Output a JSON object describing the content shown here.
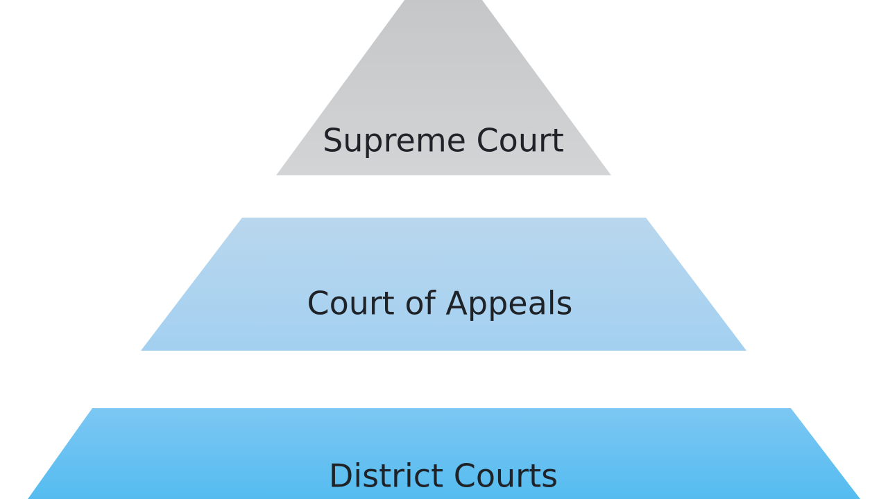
{
  "diagram": {
    "type": "pyramid",
    "tiers": [
      {
        "label": "Supreme Court",
        "color_top": "#c4c6c8",
        "color_bottom": "#d2d4d6"
      },
      {
        "label": "Court of Appeals",
        "color_top": "#b9d7ee",
        "color_bottom": "#a3d0f0"
      },
      {
        "label": "District Courts",
        "color_top": "#7cc7f3",
        "color_bottom": "#55bcf0"
      }
    ]
  }
}
